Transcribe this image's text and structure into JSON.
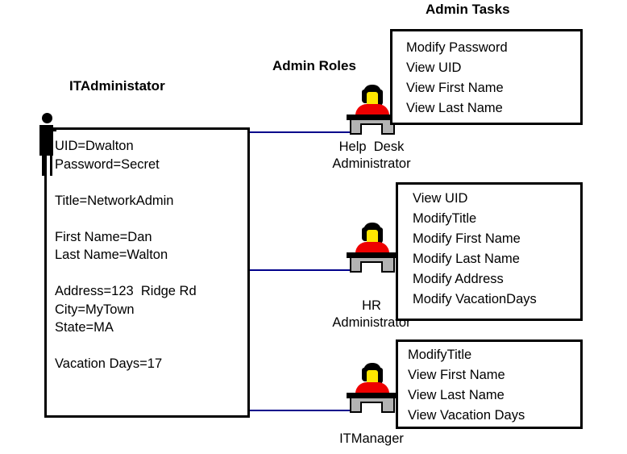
{
  "titles": {
    "admin_tasks": "Admin Tasks",
    "admin_roles": "Admin Roles",
    "it_administator": "ITAdministator"
  },
  "it_administrator": {
    "attributes": [
      "UID=Dwalton",
      "Password=Secret",
      "",
      "Title=NetworkAdmin",
      "",
      "First Name=Dan",
      "Last Name=Walton",
      "",
      "Address=123  Ridge Rd",
      "City=MyTown",
      "State=MA",
      "",
      "Vacation Days=17"
    ],
    "attributes_text": "UID=Dwalton\nPassword=Secret\n\nTitle=NetworkAdmin\n\nFirst Name=Dan\nLast Name=Walton\n\nAddress=123  Ridge Rd\nCity=MyTown\nState=MA\n\nVacation Days=17"
  },
  "roles": [
    {
      "label": "Help  Desk\nAdministrator",
      "tasks": [
        "Modify Password",
        "View UID",
        "View First Name",
        "View Last Name"
      ],
      "tasks_text": "Modify Password\nView UID\nView First Name\nView Last Name"
    },
    {
      "label": "HR\nAdministrator",
      "tasks": [
        "View UID",
        "ModifyTitle",
        "Modify First Name",
        "Modify Last Name",
        "Modify Address",
        "Modify VacationDays"
      ],
      "tasks_text": "View UID\nModifyTitle\nModify First Name\nModify Last Name\nModify Address\nModify VacationDays"
    },
    {
      "label": "ITManager",
      "tasks": [
        "ModifyTitle",
        "View First Name",
        "View Last Name",
        "View Vacation Days"
      ],
      "tasks_text": "ModifyTitle\nView First Name\nView Last Name\nView Vacation Days"
    }
  ],
  "colors": {
    "connector": "#00008b",
    "outline": "#000000",
    "shirt": "#ee0000",
    "face": "#ffe600",
    "desk": "#b3b3b3",
    "background": "#ffffff"
  }
}
